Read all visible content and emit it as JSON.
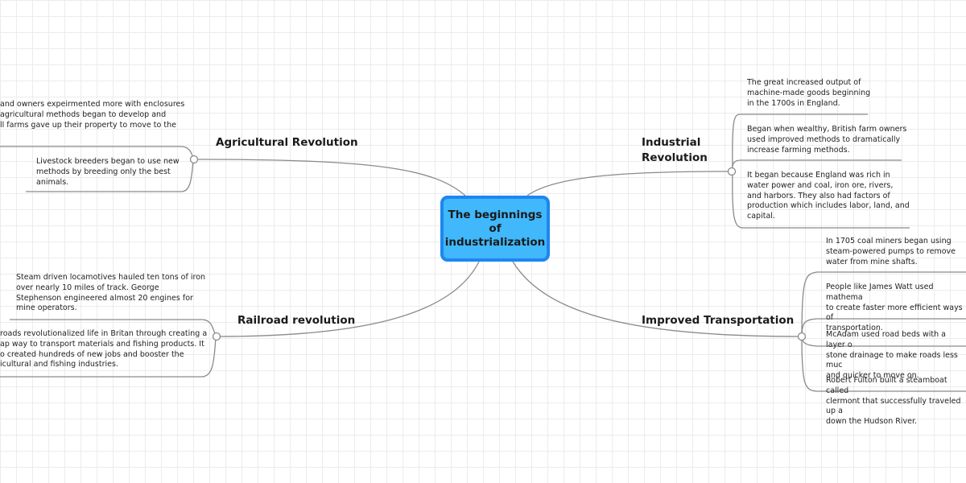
{
  "central": "The beginnings\nof\nindustrialization",
  "branches": {
    "agricultural": {
      "title": "Agricultural Revolution",
      "notes": [
        "and owners expeirmented more with enclosures\n agricultural methods began to develop and\nll farms gave up their property to move to the",
        "Livestock breeders began to use new\nmethods by breeding only the best\nanimals."
      ]
    },
    "railroad": {
      "title": "Railroad revolution",
      "notes": [
        "Steam driven locamotives hauled ten tons of iron\nover nearly 10 miles of track. George\nStephenson engineered almost 20 engines for\nmine operators.",
        "roads revolutionalized life in Britan through creating a\nap way to transport materials and fishing products. It\no created hundreds of new jobs and booster the\nicultural and fishing industries."
      ]
    },
    "industrial": {
      "title": "Industrial\nRevolution",
      "notes": [
        "The great increased output of\nmachine-made goods beginning\nin the 1700s in England.",
        "Began when wealthy, British farm owners\nused improved methods to dramatically\nincrease farming methods.",
        "It began because England was rich in\nwater power and coal, iron ore, rivers,\nand harbors. They also had factors of\nproduction which includes labor, land, and\ncapital."
      ]
    },
    "transportation": {
      "title": "Improved Transportation",
      "notes": [
        "In 1705 coal miners began using\nsteam-powered pumps to remove\nwater from mine shafts.",
        "People like James Watt used mathema\nto create faster more efficient ways of\ntransportation.",
        "McAdam used road beds with a layer o\nstone drainage to make roads less muc\nand quicker to move on.",
        "Robert Fulton built a steamboat called\nclermont that successfully traveled up a\ndown the Hudson River."
      ]
    }
  },
  "colors": {
    "central_fill": "#40b8fb",
    "central_border": "#1f86f0",
    "connector": "#8a8a8a",
    "grid": "#ececec"
  }
}
